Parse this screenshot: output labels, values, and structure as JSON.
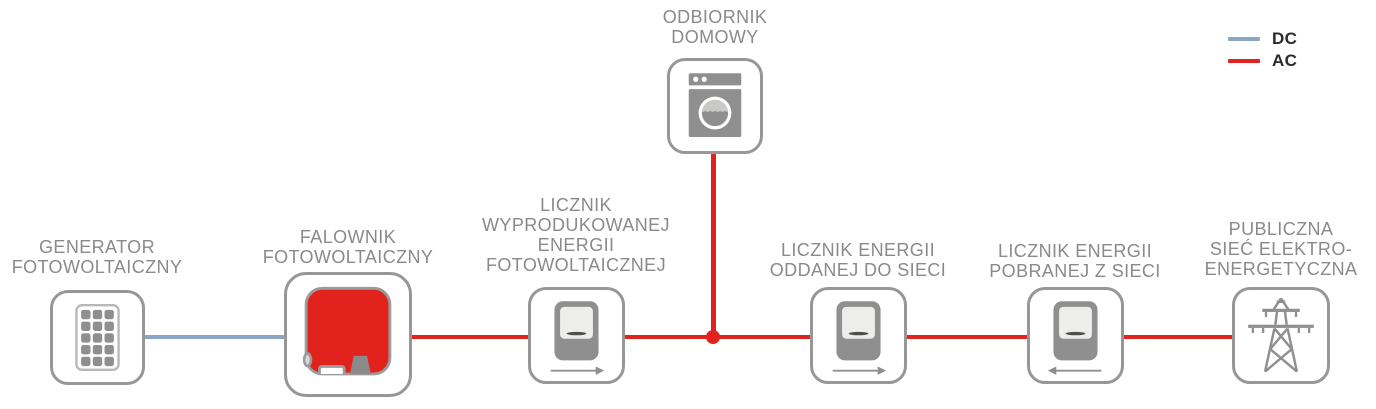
{
  "diagram_type": "photovoltaic-system-flow-diagram",
  "legend": {
    "items": [
      {
        "id": "dc",
        "label": "DC",
        "color": "#8ba6c4"
      },
      {
        "id": "ac",
        "label": "AC",
        "color": "#e2221d"
      }
    ]
  },
  "nodes": [
    {
      "id": "generator-fotowoltaiczny",
      "label": "GENERATOR\nFOTOWOLTAICZNY",
      "icon": "solar-panel-icon"
    },
    {
      "id": "falownik-fotowoltaiczny",
      "label": "FALOWNIK\nFOTOWOLTAICZNY",
      "icon": "inverter-icon"
    },
    {
      "id": "licznik-wyprodukowanej-energii",
      "label": "LICZNIK\nWYPRODUKOWANEJ\nENERGII\nFOTOWOLTAICZNEJ",
      "icon": "energy-meter-icon",
      "arrow_direction": "right"
    },
    {
      "id": "odbiornik-domowy",
      "label": "ODBIORNIK\nDOMOWY",
      "icon": "washing-machine-icon"
    },
    {
      "id": "licznik-energii-oddanej",
      "label": "LICZNIK ENERGII\nODDANEJ DO SIECI",
      "icon": "energy-meter-icon",
      "arrow_direction": "right"
    },
    {
      "id": "licznik-energii-pobranej",
      "label": "LICZNIK ENERGII\nPOBRANEJ Z SIECI",
      "icon": "energy-meter-icon",
      "arrow_direction": "left"
    },
    {
      "id": "publiczna-siec-elektroenergetyczna",
      "label": "PUBLICZNA\nSIEĆ ELEKTRO-\nENERGETYCZNA",
      "icon": "power-pylon-icon"
    }
  ],
  "connections": [
    {
      "from": "generator-fotowoltaiczny",
      "to": "falownik-fotowoltaiczny",
      "type": "DC"
    },
    {
      "from": "falownik-fotowoltaiczny",
      "to": "licznik-wyprodukowanej-energii",
      "type": "AC"
    },
    {
      "from": "licznik-wyprodukowanej-energii",
      "to": "licznik-energii-oddanej",
      "type": "AC"
    },
    {
      "from": "odbiornik-domowy",
      "to": "junction-on-main-line",
      "type": "AC"
    },
    {
      "from": "licznik-energii-oddanej",
      "to": "licznik-energii-pobranej",
      "type": "AC"
    },
    {
      "from": "licznik-energii-pobranej",
      "to": "publiczna-siec-elektroenergetyczna",
      "type": "AC"
    }
  ],
  "colors": {
    "dc": "#8ba6c4",
    "ac": "#e2221d",
    "outline": "#979797",
    "icon": "#8f8f90",
    "icon-light": "#ededeb",
    "water": "#c9c9c7",
    "label": "#8a8a8a",
    "legend-text": "#2b2b2b"
  }
}
